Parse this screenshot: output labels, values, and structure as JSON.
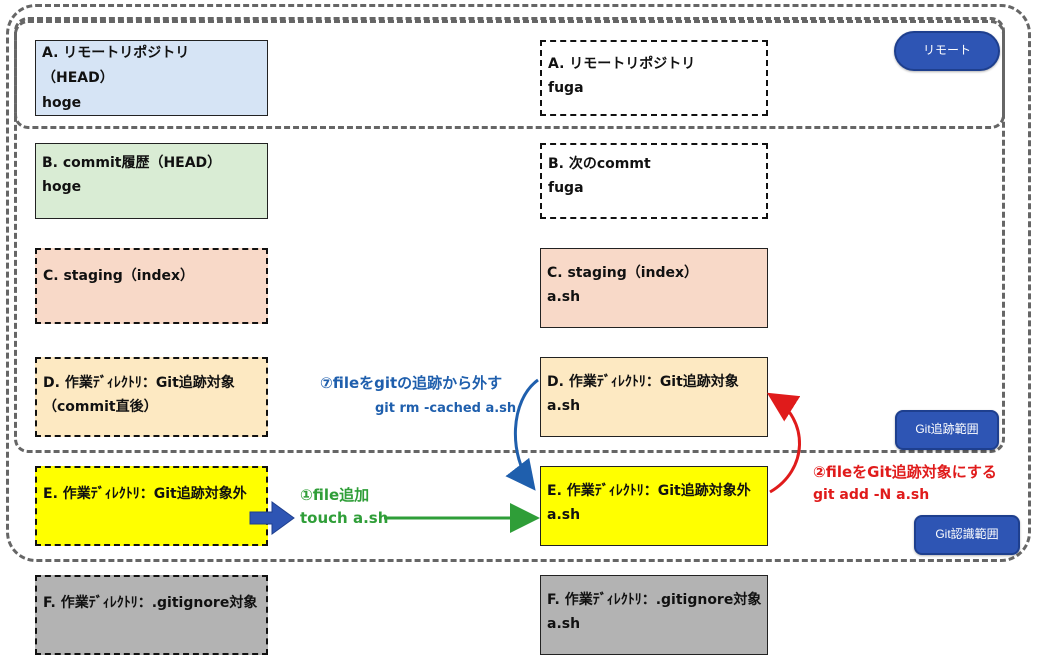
{
  "colors": {
    "blue_fill": "#d6e4f5",
    "green_fill": "#d9ecd4",
    "peach_fill": "#f8d9c8",
    "cream_fill": "#fde9c2",
    "yellow_fill": "#ffff00",
    "gray_fill": "#b3b3b3",
    "pill_blue": "#2e55b4",
    "rm_blue": "#1f5fad",
    "add_red": "#e01b1b",
    "touch_green": "#2f9e38"
  },
  "regions": {
    "remote": "リモート",
    "tracked": "Git追跡範囲",
    "recognized": "Git認識範囲"
  },
  "left": {
    "a": {
      "line1": "A. リモートリポジトリ",
      "line2": "（HEAD）",
      "line3": "hoge"
    },
    "b": {
      "line1": "B. commit履歴（HEAD）",
      "line2": "hoge"
    },
    "c": {
      "line1": "C. staging（index）"
    },
    "d": {
      "line1": "D. 作業ﾃﾞｨﾚｸﾄﾘ：Git追跡対象",
      "line2": "（commit直後）"
    },
    "e": {
      "line1": "E. 作業ﾃﾞｨﾚｸﾄﾘ：Git追跡対象外"
    },
    "f": {
      "line1": "F. 作業ﾃﾞｨﾚｸﾄﾘ：.gitignore対象"
    }
  },
  "right": {
    "a": {
      "line1": "A. リモートリポジトリ",
      "line2": "fuga"
    },
    "b": {
      "line1": "B. 次のcommt",
      "line2": "fuga"
    },
    "c": {
      "line1": "C. staging（index）",
      "line2": "a.sh"
    },
    "d": {
      "line1": "D. 作業ﾃﾞｨﾚｸﾄﾘ：Git追跡対象",
      "line2": "a.sh"
    },
    "e": {
      "line1": "E. 作業ﾃﾞｨﾚｸﾄﾘ：Git追跡対象外",
      "line2": "a.sh"
    },
    "f": {
      "line1": "F. 作業ﾃﾞｨﾚｸﾄﾘ：.gitignore対象",
      "line2": "a.sh"
    }
  },
  "steps": {
    "add_file": {
      "title": "①file追加",
      "cmd": "touch a.sh"
    },
    "track": {
      "title": "②fileをGit追跡対象にする",
      "cmd": "git add -N a.sh"
    },
    "untrack": {
      "title": "⑦fileをgitの追跡から外す",
      "cmd": "git rm -cached a.sh"
    }
  }
}
